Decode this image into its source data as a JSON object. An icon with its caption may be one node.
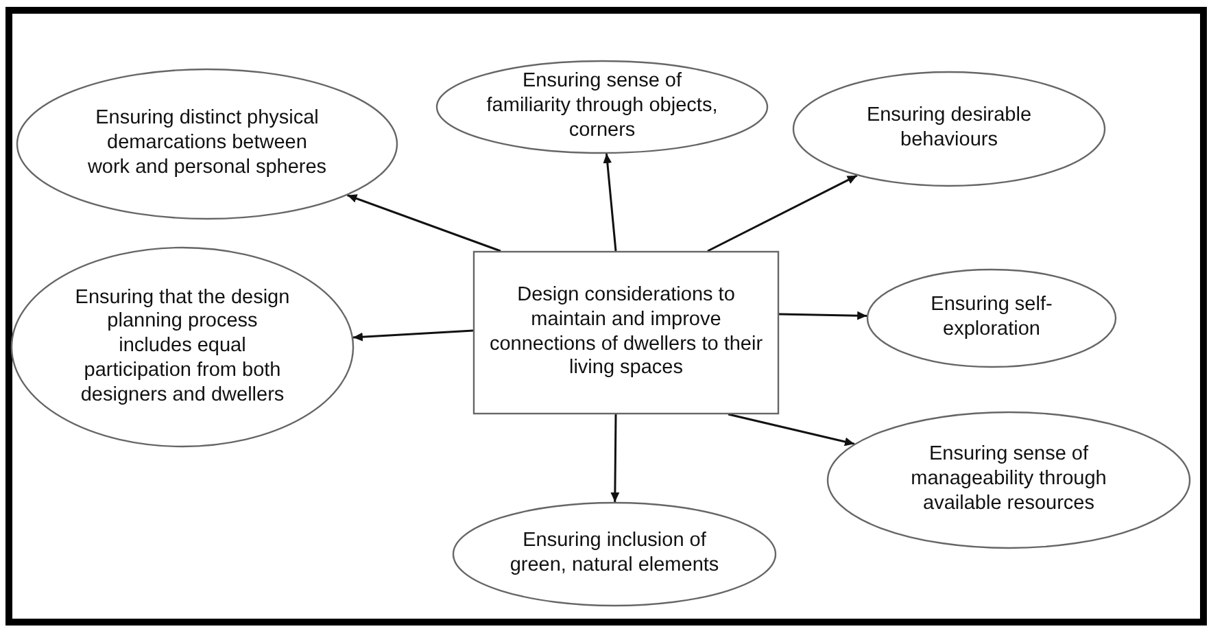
{
  "diagram": {
    "nodes": [
      {
        "text": [
          "Design considerations to maintain and improve connections of dwellers to their living spaces"
        ]
      },
      {
        "text": [
          "Ensuring distinct physical demarcations between work and personal spheres"
        ]
      },
      {
        "text": [
          "Ensuring sense of familiarity through objects, corners"
        ]
      },
      {
        "text": [
          "Ensuring desirable behaviours"
        ]
      },
      {
        "text": [
          "Ensuring that the design planning process includes equal participation from both designers and dwellers"
        ]
      },
      {
        "text": [
          "Ensuring self-exploration"
        ]
      },
      {
        "text": [
          "Ensuring sense of manageability through available resources"
        ]
      },
      {
        "text": [
          "Ensuring inclusion of green, natural elements"
        ]
      }
    ],
    "edges": [
      {
        "from": 0,
        "to": 1,
        "arrow": "to"
      },
      {
        "from": 0,
        "to": 2,
        "arrow": "to"
      },
      {
        "from": 0,
        "to": 3,
        "arrow": "to"
      },
      {
        "from": 0,
        "to": 4,
        "arrow": "to"
      },
      {
        "from": 0,
        "to": 5,
        "arrow": "to"
      },
      {
        "from": 0,
        "to": 6,
        "arrow": "to"
      },
      {
        "from": 0,
        "to": 7,
        "arrow": "to"
      }
    ]
  }
}
